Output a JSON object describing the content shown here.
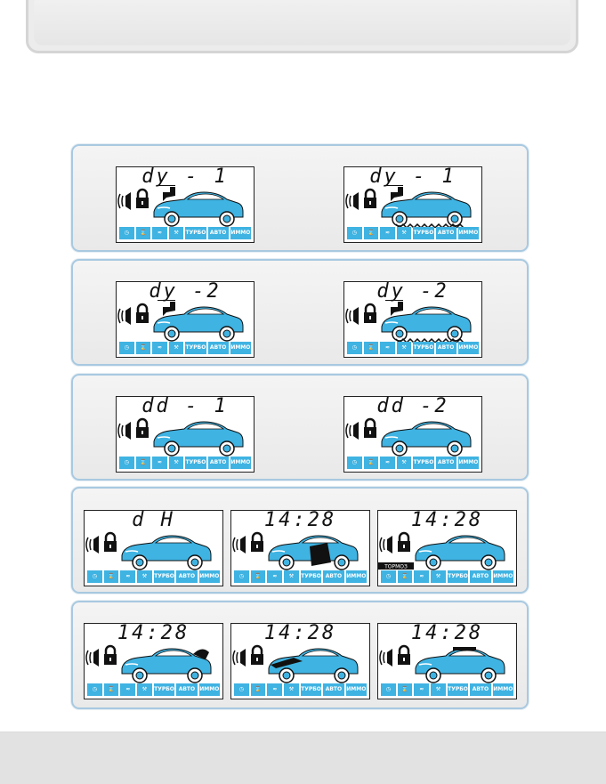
{
  "rows": [
    {
      "displays": [
        {
          "text": "dy - 1",
          "variant": "flip-down"
        },
        {
          "text": "dy - 1",
          "variant": "flip-down-vibrate"
        }
      ]
    },
    {
      "displays": [
        {
          "text": "dy -2",
          "variant": "flip-down"
        },
        {
          "text": "dy -2",
          "variant": "flip-down-vibrate"
        }
      ]
    },
    {
      "displays": [
        {
          "text": "dd - 1",
          "variant": "plain"
        },
        {
          "text": "dd -2",
          "variant": "plain"
        }
      ]
    },
    {
      "displays": [
        {
          "text": "d H",
          "variant": "plain"
        },
        {
          "text": "14:28",
          "variant": "door-open"
        },
        {
          "text": "14:28",
          "variant": "brake"
        }
      ]
    },
    {
      "displays": [
        {
          "text": "14:28",
          "variant": "trunk-open"
        },
        {
          "text": "14:28",
          "variant": "hood-open"
        },
        {
          "text": "14:28",
          "variant": "roof"
        }
      ]
    }
  ],
  "icons": [
    "clock-icon",
    "hourglass-icon",
    "heater-icon",
    "wrench-icon"
  ],
  "icon_labels": {
    "turbo": "ТУРБО",
    "auto": "АВТО",
    "immo": "ИММО"
  },
  "brake_label": "ТОРМОЗ",
  "colors": {
    "car": "#3fb3e2",
    "panel_border": "#a8c9e0",
    "icon_bg": "#3fb3e2"
  }
}
